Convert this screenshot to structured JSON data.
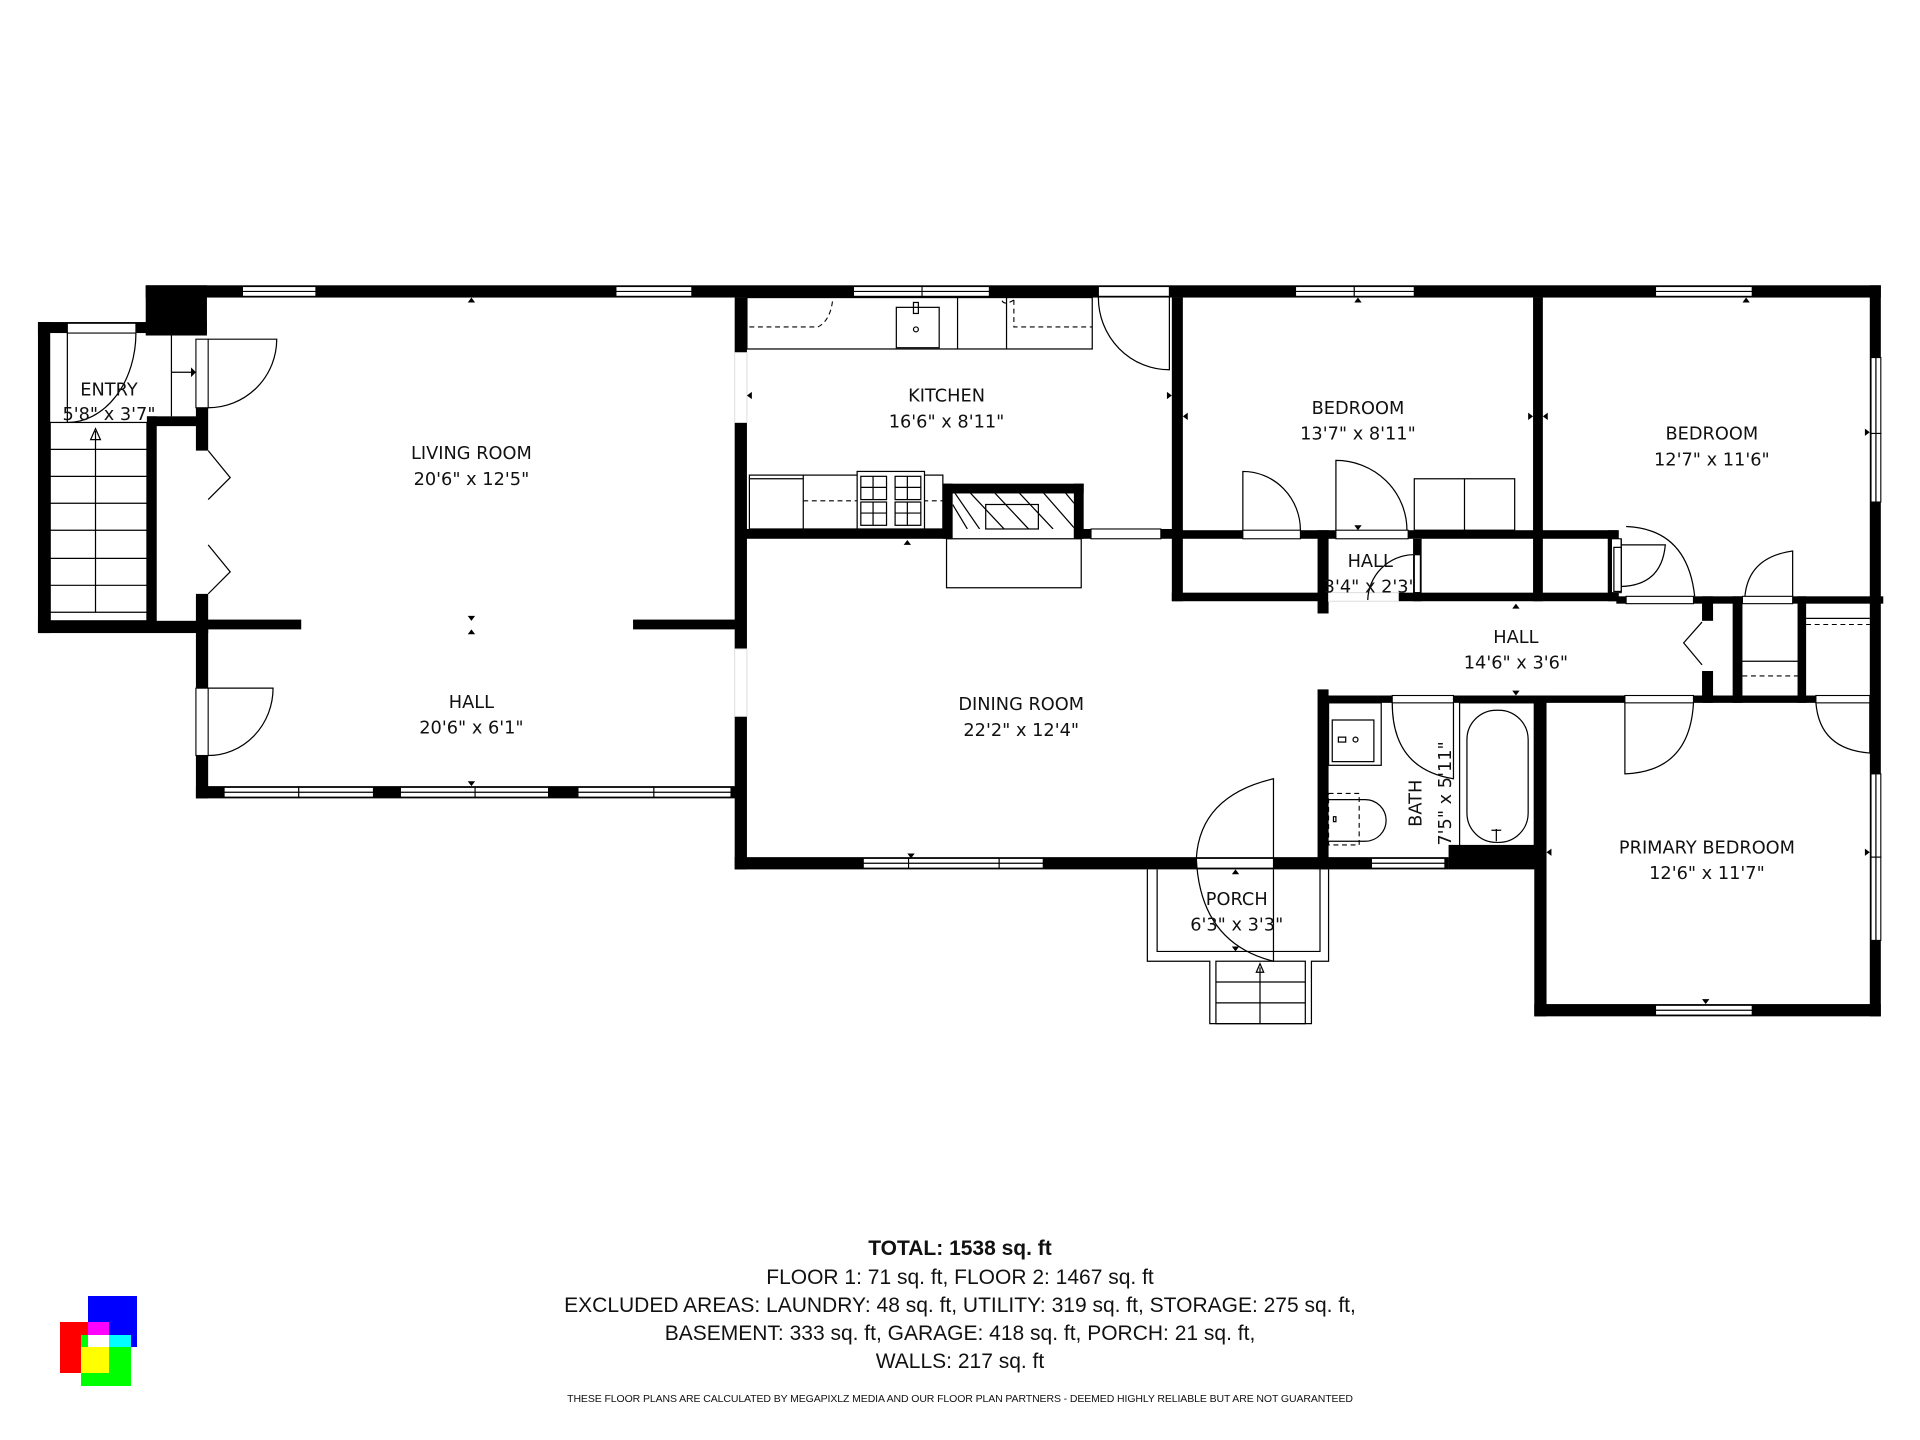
{
  "rooms": {
    "entry": {
      "name": "ENTRY",
      "dims": "5'8\" x 3'7\""
    },
    "living_room": {
      "name": "LIVING ROOM",
      "dims": "20'6\" x 12'5\""
    },
    "hall_lower": {
      "name": "HALL",
      "dims": "20'6\" x 6'1\""
    },
    "kitchen": {
      "name": "KITCHEN",
      "dims": "16'6\" x 8'11\""
    },
    "dining_room": {
      "name": "DINING ROOM",
      "dims": "22'2\" x 12'4\""
    },
    "bedroom_1": {
      "name": "BEDROOM",
      "dims": "13'7\" x 8'11\""
    },
    "bedroom_2": {
      "name": "BEDROOM",
      "dims": "12'7\" x 11'6\""
    },
    "hall_small": {
      "name": "HALL",
      "dims": "3'4\" x 2'3\""
    },
    "hall_main": {
      "name": "HALL",
      "dims": "14'6\" x 3'6\""
    },
    "bath": {
      "name": "BATH",
      "dims": "7'5\" x 5'11\""
    },
    "primary_bedroom": {
      "name": "PRIMARY BEDROOM",
      "dims": "12'6\" x 11'7\""
    },
    "porch": {
      "name": "PORCH",
      "dims": "6'3\" x 3'3\""
    }
  },
  "summary": {
    "total": "TOTAL: 1538 sq. ft",
    "floors": "FLOOR 1: 71 sq. ft, FLOOR 2: 1467 sq. ft",
    "excluded_1": "EXCLUDED AREAS: LAUNDRY: 48 sq. ft, UTILITY: 319 sq. ft, STORAGE: 275 sq. ft,",
    "excluded_2": "BASEMENT: 333 sq. ft, GARAGE: 418 sq. ft, PORCH: 21 sq. ft,",
    "walls": "WALLS: 217 sq. ft",
    "disclaimer": "THESE FLOOR PLANS ARE CALCULATED BY MEGAPIXLZ MEDIA AND OUR FLOOR PLAN PARTNERS - DEEMED HIGHLY RELIABLE BUT ARE NOT GUARANTEED"
  },
  "logo": {
    "icon": "rgb-squares-logo",
    "colors": {
      "red": "#ff0000",
      "green": "#00ff00",
      "blue": "#0000ff",
      "magenta": "#ff00ff",
      "cyan": "#00ffff",
      "yellow": "#ffff00",
      "white": "#ffffff"
    }
  },
  "colors": {
    "wall": "#000000",
    "background": "#ffffff",
    "text": "#111111"
  }
}
